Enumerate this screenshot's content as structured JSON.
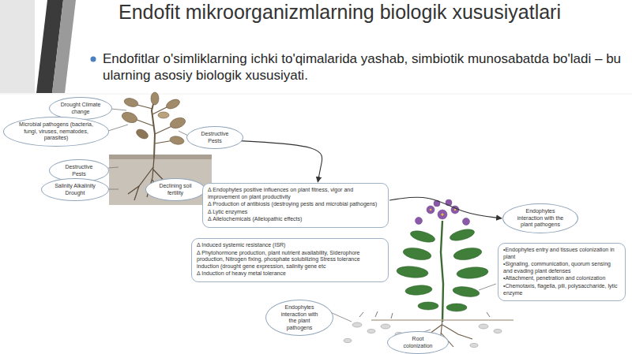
{
  "diagram": {
    "title": "Endofit mikroorganizmlarning biologik xususiyatlari",
    "nodes": [
      {
        "text": [
          "Drought Climate change"
        ]
      },
      {
        "text": [
          "Microbial pathogens (bacteria, fungi, viruses, nematodes, parasites)"
        ]
      },
      {
        "text": [
          "Destructive Pests"
        ]
      },
      {
        "text": [
          "Destructive Pests"
        ]
      },
      {
        "text": [
          "Salinity Alkalinity Drought"
        ]
      },
      {
        "text": [
          "Declining soil fertility"
        ]
      },
      {
        "text": [
          "Δ Endophytes positive influences on plant fitness, vigor and improvement on plant productivity",
          "Δ Production of antibiosis (destroying pests and microbial pathogens)",
          "Δ Lytic enzymes",
          "Δ Allelochemicals (Allelopathic effects)"
        ]
      },
      {
        "text": [
          "Endophytes interaction with the plant pathogens"
        ]
      },
      {
        "text": [
          "Δ Induced systemic resistance (ISR)",
          "Δ Phytohormone production, plant nutrient availability, Siderophore production, Nitrogen fixing, phosphate solubilizing Stress tolerance induction (drought gene expression, salinity gene etc",
          "Δ Induction of heavy metal tolerance"
        ]
      },
      {
        "text": [
          "•Endophytes entry and tissues colonization in plant",
          "•Signaling, communication, quorum sensing and evading plant defenses",
          "•Attachment, penetration and colonization",
          "•Chemotaxis, flagella, pili, polysaccharide, lytic enzyme"
        ]
      },
      {
        "text": [
          "Endophytes interaction with the plant pathogens"
        ]
      },
      {
        "text": [
          "Root colonization"
        ]
      }
    ],
    "edges": [
      {
        "from": 2,
        "to": 6,
        "arrow": "to"
      },
      {
        "from": 6,
        "to": 7,
        "arrow": "to"
      }
    ],
    "labels": [
      "Endofitlar o'simliklarning ichki to'qimalarida yashab, simbiotik munosabatda bo'ladi – bu ularning asosiy biologik xususiyati."
    ]
  }
}
